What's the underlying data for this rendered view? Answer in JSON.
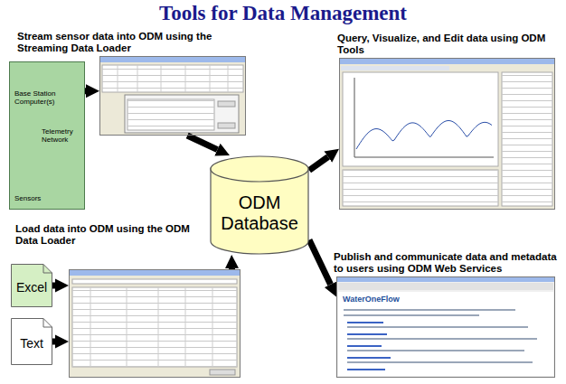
{
  "diagram": {
    "title": "Tools for Data Management",
    "nodes": [
      {
        "text": [
          "Base Station Computer(s)",
          "Telemetry Network",
          "Sensors"
        ]
      },
      {
        "text": [
          "Stream sensor data into ODM using the Streaming Data Loader"
        ]
      },
      {
        "text": [
          "ODM Database"
        ]
      },
      {
        "text": [
          "Excel"
        ]
      },
      {
        "text": [
          "Text"
        ]
      },
      {
        "text": [
          "Load data into ODM using the ODM Data Loader"
        ]
      },
      {
        "text": [
          "Query, Visualize, and Edit data using ODM Tools"
        ]
      },
      {
        "text": [
          "Publish and communicate data and metadata to users using ODM Web Services",
          "WaterOneFlow"
        ]
      }
    ],
    "edges": [
      {
        "from": 0,
        "to": 1,
        "arrow": "to"
      },
      {
        "from": 1,
        "to": 2,
        "arrow": "to"
      },
      {
        "from": 3,
        "to": 5,
        "arrow": "to"
      },
      {
        "from": 4,
        "to": 5,
        "arrow": "to"
      },
      {
        "from": 5,
        "to": 2,
        "arrow": "to"
      },
      {
        "from": 2,
        "to": 6,
        "arrow": "to"
      },
      {
        "from": 2,
        "to": 7,
        "arrow": "to"
      }
    ]
  }
}
